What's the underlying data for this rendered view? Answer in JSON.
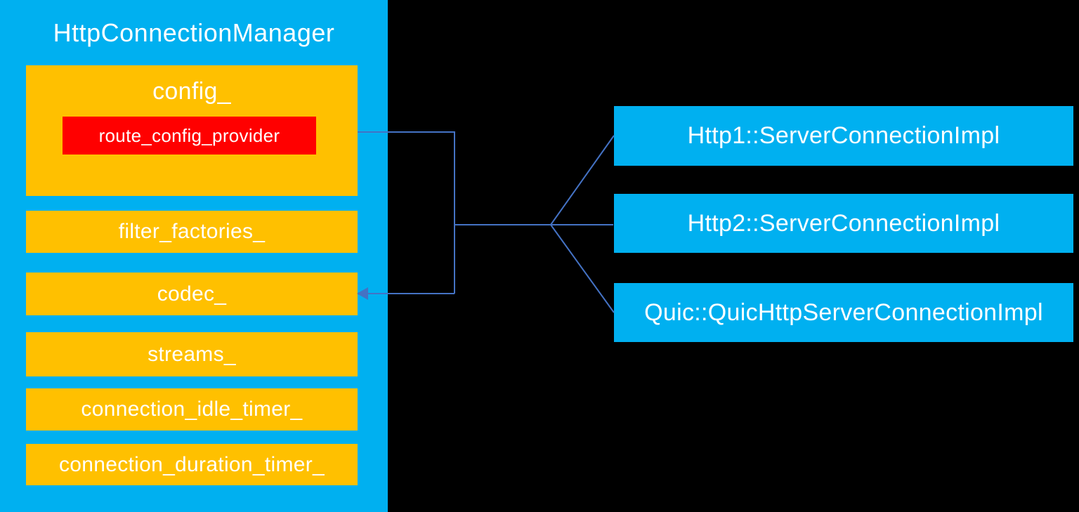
{
  "colors": {
    "background": "#000000",
    "cyan": "#00B0F0",
    "orange": "#FFC000",
    "red": "#FF0000",
    "connector": "#4472C4",
    "text": "#FFFFFF"
  },
  "manager": {
    "title": "HttpConnectionManager",
    "config": {
      "label": "config_",
      "route_config_provider": "route_config_provider"
    },
    "members": [
      "filter_factories_",
      "codec_",
      "streams_",
      "connection_idle_timer_",
      "connection_duration_timer_"
    ]
  },
  "implementations": [
    {
      "label": "Http1::ServerConnectionImpl"
    },
    {
      "label": "Http2::ServerConnectionImpl"
    },
    {
      "label": "Quic::QuicHttpServerConnectionImpl"
    }
  ]
}
